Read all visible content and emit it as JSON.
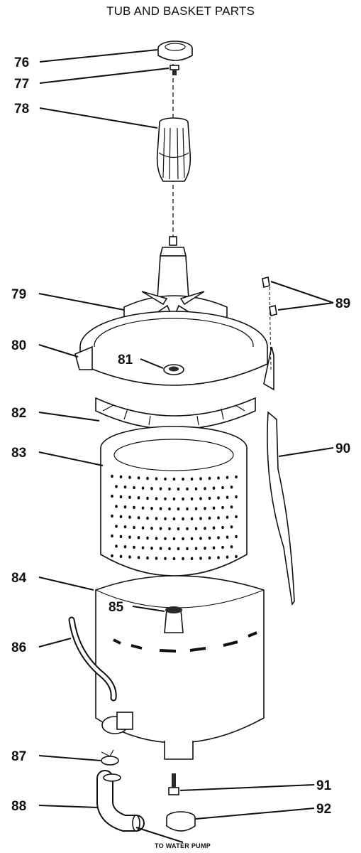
{
  "title": "TUB AND BASKET PARTS",
  "footnote": "TO WATER PUMP",
  "callouts": {
    "c76": "76",
    "c77": "77",
    "c78": "78",
    "c79": "79",
    "c80": "80",
    "c81": "81",
    "c82": "82",
    "c83": "83",
    "c84": "84",
    "c85": "85",
    "c86": "86",
    "c87": "87",
    "c88": "88",
    "c89": "89",
    "c90": "90",
    "c91": "91",
    "c92": "92"
  },
  "icons": {
    "76": "agitator-cap-icon",
    "77": "screw-icon",
    "78": "agitator-barrel-icon",
    "79": "agitator-icon",
    "80": "tub-cover-icon",
    "81": "nut-icon",
    "82": "balance-ring-icon",
    "83": "spin-basket-icon",
    "84": "outer-tub-icon",
    "85": "hub-nut-icon",
    "86": "hose-icon",
    "87": "clamp-icon",
    "88": "elbow-hose-icon",
    "89": "clip-icon",
    "90": "tub-support-icon",
    "91": "bolt-icon",
    "92": "grommet-icon"
  }
}
